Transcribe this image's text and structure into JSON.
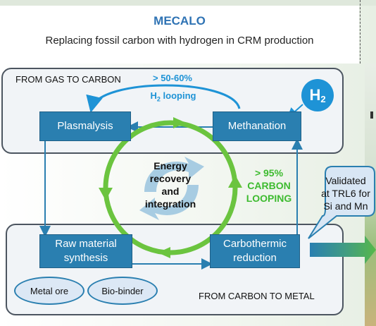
{
  "header": {
    "title": "MECALO",
    "subtitle": "Replacing fossil carbon with hydrogen in CRM production"
  },
  "top_panel": {
    "label": "FROM GAS TO CARBON",
    "loop_pct": "> 50-60%",
    "loop_label_main": "H",
    "loop_label_sub": "2",
    "loop_label_rest": " looping",
    "h2_main": "H",
    "h2_sub": "2"
  },
  "boxes": {
    "plasmalysis": "Plasmalysis",
    "methanation": "Methanation",
    "raw_line1": "Raw material",
    "raw_line2": "synthesis",
    "carbo_line1": "Carbothermic",
    "carbo_line2": "reduction"
  },
  "center": {
    "line1": "Energy",
    "line2": "recovery",
    "line3": "and",
    "line4": "integration"
  },
  "carbon_looping": {
    "pct": "> 95%",
    "line1": "CARBON",
    "line2": "LOOPING"
  },
  "callout": {
    "line1": "Validated",
    "line2": "at TRL6 for",
    "line3": "Si and Mn"
  },
  "bottom_panel": {
    "label": "FROM CARBON TO METAL",
    "metal_ore": "Metal ore",
    "bio_binder": "Bio-binder"
  },
  "colors": {
    "box_blue": "#2a7fb0",
    "accent_blue": "#1e93d6",
    "loop_green": "#3dbb2f",
    "panel_border": "#4c5560"
  }
}
